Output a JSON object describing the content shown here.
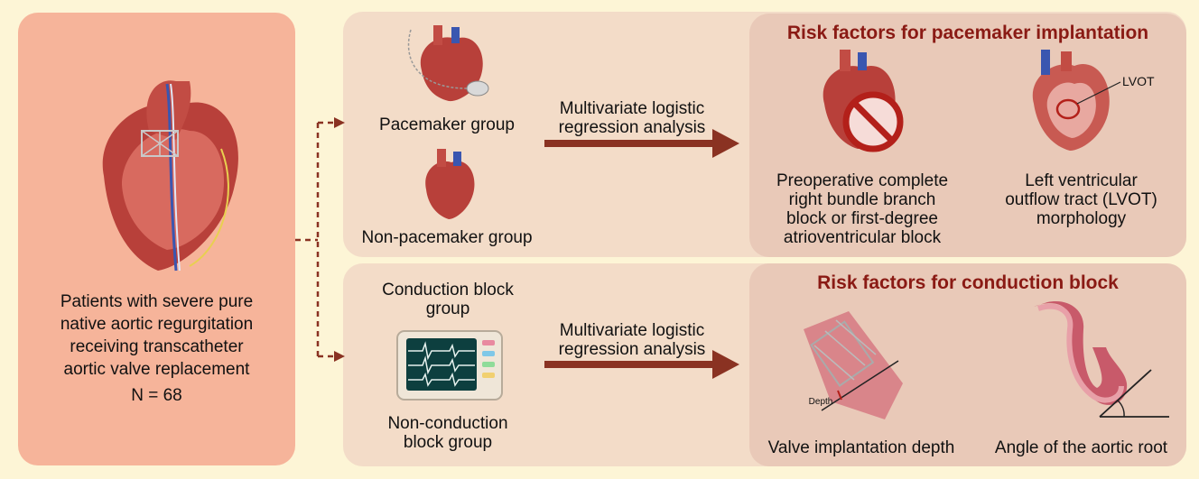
{
  "patients": {
    "line1": "Patients with severe pure",
    "line2": "native aortic regurgitation",
    "line3": "receiving transcatheter",
    "line4": "aortic valve replacement",
    "n": "N = 68"
  },
  "top": {
    "group_a": "Pacemaker group",
    "group_b": "Non-pacemaker group",
    "analysis_line1": "Multivariate logistic",
    "analysis_line2": "regression analysis",
    "title": "Risk factors for pacemaker implantation",
    "factor1": [
      "Preoperative complete",
      "right bundle branch",
      "block or first-degree",
      "atrioventricular block"
    ],
    "factor2": [
      "Left ventricular",
      "outflow tract (LVOT)",
      "morphology"
    ],
    "lvot_label": "LVOT"
  },
  "bottom": {
    "group_a_line1": "Conduction block",
    "group_a_line2": "group",
    "group_b_line1": "Non-conduction",
    "group_b_line2": "block group",
    "analysis_line1": "Multivariate logistic",
    "analysis_line2": "regression analysis",
    "title": "Risk factors for conduction block",
    "factor1": "Valve implantation depth",
    "factor2": "Angle of the aortic root",
    "depth_label": "Depth"
  },
  "colors": {
    "background": "#fdf5d6",
    "left_panel": "#f6b49a",
    "group_panel": "#f3dcc8",
    "risk_panel": "#e9c9b8",
    "arrow": "#8a3222",
    "title": "#8a1a14"
  }
}
